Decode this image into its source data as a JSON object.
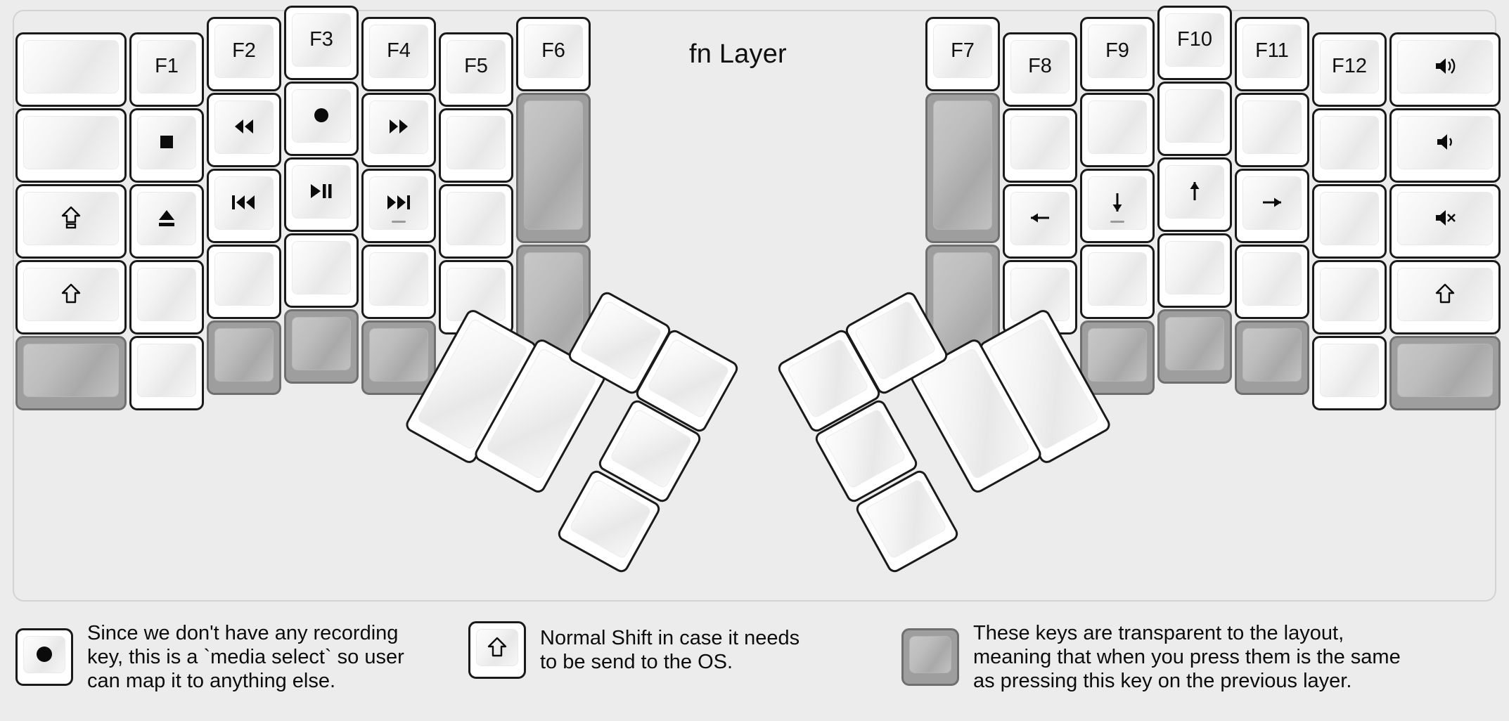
{
  "title": "fn Layer",
  "keyboard": {
    "left_half": {
      "columns": [
        {
          "name": "col-pinky-outer",
          "keys": [
            {
              "label": "",
              "glyph": "",
              "type": "normal"
            },
            {
              "label": "",
              "glyph": "",
              "type": "normal"
            },
            {
              "label": "",
              "glyph": "caps-lock-icon",
              "type": "normal"
            },
            {
              "label": "",
              "glyph": "shift-icon",
              "type": "normal"
            },
            {
              "label": "",
              "glyph": "",
              "type": "transparent"
            }
          ]
        },
        {
          "name": "col-pinky",
          "keys": [
            {
              "label": "F1",
              "glyph": "",
              "type": "normal"
            },
            {
              "label": "",
              "glyph": "stop-icon",
              "type": "normal"
            },
            {
              "label": "",
              "glyph": "eject-icon",
              "type": "normal"
            },
            {
              "label": "",
              "glyph": "",
              "type": "normal"
            },
            {
              "label": "",
              "glyph": "",
              "type": "normal"
            }
          ]
        },
        {
          "name": "col-ring",
          "keys": [
            {
              "label": "F2",
              "glyph": "",
              "type": "normal"
            },
            {
              "label": "",
              "glyph": "rewind-icon",
              "type": "normal"
            },
            {
              "label": "",
              "glyph": "previous-track-icon",
              "type": "normal"
            },
            {
              "label": "",
              "glyph": "",
              "type": "normal"
            },
            {
              "label": "",
              "glyph": "",
              "type": "transparent"
            }
          ]
        },
        {
          "name": "col-middle",
          "keys": [
            {
              "label": "F3",
              "glyph": "",
              "type": "normal"
            },
            {
              "label": "",
              "glyph": "record-icon",
              "type": "normal"
            },
            {
              "label": "",
              "glyph": "play-pause-icon",
              "type": "normal"
            },
            {
              "label": "",
              "glyph": "",
              "type": "normal"
            },
            {
              "label": "",
              "glyph": "",
              "type": "transparent"
            }
          ]
        },
        {
          "name": "col-index",
          "keys": [
            {
              "label": "F4",
              "glyph": "",
              "type": "normal"
            },
            {
              "label": "",
              "glyph": "fast-forward-icon",
              "type": "normal"
            },
            {
              "label": "",
              "glyph": "next-track-icon",
              "type": "normal",
              "homing": true
            },
            {
              "label": "",
              "glyph": "",
              "type": "normal"
            },
            {
              "label": "",
              "glyph": "",
              "type": "transparent"
            }
          ]
        },
        {
          "name": "col-inner",
          "keys": [
            {
              "label": "F5",
              "glyph": "",
              "type": "normal"
            },
            {
              "label": "",
              "glyph": "",
              "type": "normal"
            },
            {
              "label": "",
              "glyph": "",
              "type": "normal"
            },
            {
              "label": "",
              "glyph": "",
              "type": "normal"
            }
          ]
        },
        {
          "name": "col-inner-extra",
          "keys": [
            {
              "label": "F6",
              "glyph": "",
              "type": "normal"
            },
            {
              "label": "",
              "glyph": "",
              "type": "transparent",
              "tall": true
            },
            {
              "label": "",
              "glyph": "",
              "type": "transparent",
              "tall": true
            }
          ]
        }
      ],
      "thumb_cluster": [
        {
          "name": "thumb-big-1",
          "label": "",
          "glyph": "",
          "type": "normal"
        },
        {
          "name": "thumb-big-2",
          "label": "",
          "glyph": "",
          "type": "normal"
        },
        {
          "name": "thumb-small-1",
          "label": "",
          "glyph": "",
          "type": "normal"
        },
        {
          "name": "thumb-small-2",
          "label": "",
          "glyph": "",
          "type": "normal"
        },
        {
          "name": "thumb-small-3",
          "label": "",
          "glyph": "",
          "type": "normal"
        },
        {
          "name": "thumb-small-4",
          "label": "",
          "glyph": "",
          "type": "normal"
        }
      ]
    },
    "right_half": {
      "columns": [
        {
          "name": "col-inner-extra",
          "keys": [
            {
              "label": "F7",
              "glyph": "",
              "type": "normal"
            },
            {
              "label": "",
              "glyph": "",
              "type": "transparent",
              "tall": true
            },
            {
              "label": "",
              "glyph": "",
              "type": "transparent",
              "tall": true
            }
          ]
        },
        {
          "name": "col-inner",
          "keys": [
            {
              "label": "F8",
              "glyph": "",
              "type": "normal"
            },
            {
              "label": "",
              "glyph": "",
              "type": "normal"
            },
            {
              "label": "",
              "glyph": "arrow-left-icon",
              "type": "normal"
            },
            {
              "label": "",
              "glyph": "",
              "type": "normal"
            }
          ]
        },
        {
          "name": "col-index",
          "keys": [
            {
              "label": "F9",
              "glyph": "",
              "type": "normal"
            },
            {
              "label": "",
              "glyph": "",
              "type": "normal"
            },
            {
              "label": "",
              "glyph": "arrow-down-icon",
              "type": "normal",
              "homing": true
            },
            {
              "label": "",
              "glyph": "",
              "type": "normal"
            },
            {
              "label": "",
              "glyph": "",
              "type": "transparent"
            }
          ]
        },
        {
          "name": "col-middle",
          "keys": [
            {
              "label": "F10",
              "glyph": "",
              "type": "normal"
            },
            {
              "label": "",
              "glyph": "",
              "type": "normal"
            },
            {
              "label": "",
              "glyph": "arrow-up-icon",
              "type": "normal"
            },
            {
              "label": "",
              "glyph": "",
              "type": "normal"
            },
            {
              "label": "",
              "glyph": "",
              "type": "transparent"
            }
          ]
        },
        {
          "name": "col-ring",
          "keys": [
            {
              "label": "F11",
              "glyph": "",
              "type": "normal"
            },
            {
              "label": "",
              "glyph": "",
              "type": "normal"
            },
            {
              "label": "",
              "glyph": "arrow-right-icon",
              "type": "normal"
            },
            {
              "label": "",
              "glyph": "",
              "type": "normal"
            },
            {
              "label": "",
              "glyph": "",
              "type": "transparent"
            }
          ]
        },
        {
          "name": "col-pinky",
          "keys": [
            {
              "label": "F12",
              "glyph": "",
              "type": "normal"
            },
            {
              "label": "",
              "glyph": "",
              "type": "normal"
            },
            {
              "label": "",
              "glyph": "",
              "type": "normal"
            },
            {
              "label": "",
              "glyph": "",
              "type": "normal"
            },
            {
              "label": "",
              "glyph": "",
              "type": "normal"
            }
          ]
        },
        {
          "name": "col-pinky-outer",
          "keys": [
            {
              "label": "",
              "glyph": "volume-up-icon",
              "type": "normal"
            },
            {
              "label": "",
              "glyph": "volume-down-icon",
              "type": "normal"
            },
            {
              "label": "",
              "glyph": "volume-mute-icon",
              "type": "normal"
            },
            {
              "label": "",
              "glyph": "shift-icon",
              "type": "normal"
            },
            {
              "label": "",
              "glyph": "",
              "type": "transparent"
            }
          ]
        }
      ],
      "thumb_cluster": [
        {
          "name": "thumb-big-1",
          "label": "",
          "glyph": "",
          "type": "normal"
        },
        {
          "name": "thumb-big-2",
          "label": "",
          "glyph": "",
          "type": "normal"
        },
        {
          "name": "thumb-small-1",
          "label": "",
          "glyph": "",
          "type": "normal"
        },
        {
          "name": "thumb-small-2",
          "label": "",
          "glyph": "",
          "type": "normal"
        },
        {
          "name": "thumb-small-3",
          "label": "",
          "glyph": "",
          "type": "normal"
        },
        {
          "name": "thumb-small-4",
          "label": "",
          "glyph": "",
          "type": "normal"
        }
      ]
    }
  },
  "legend": {
    "items": [
      {
        "icon": "record-icon",
        "swatch_type": "normal",
        "text": "Since we don't have any recording\nkey, this is a `media select` so user\ncan map it to anything else."
      },
      {
        "icon": "shift-icon",
        "swatch_type": "normal",
        "text": "Normal Shift in case it needs\nto be send to the OS."
      },
      {
        "icon": "",
        "swatch_type": "transparent",
        "text": "These keys are transparent to the layout,\nmeaning that when you press them is the same\nas pressing this key on the previous layer."
      }
    ]
  },
  "colors": {
    "background": "#ececec",
    "key_fill": "#ffffff",
    "key_border": "#1a1a1a",
    "transparent_fill": "#9e9e9e",
    "transparent_border": "#6f6f6f",
    "text": "#111111"
  }
}
